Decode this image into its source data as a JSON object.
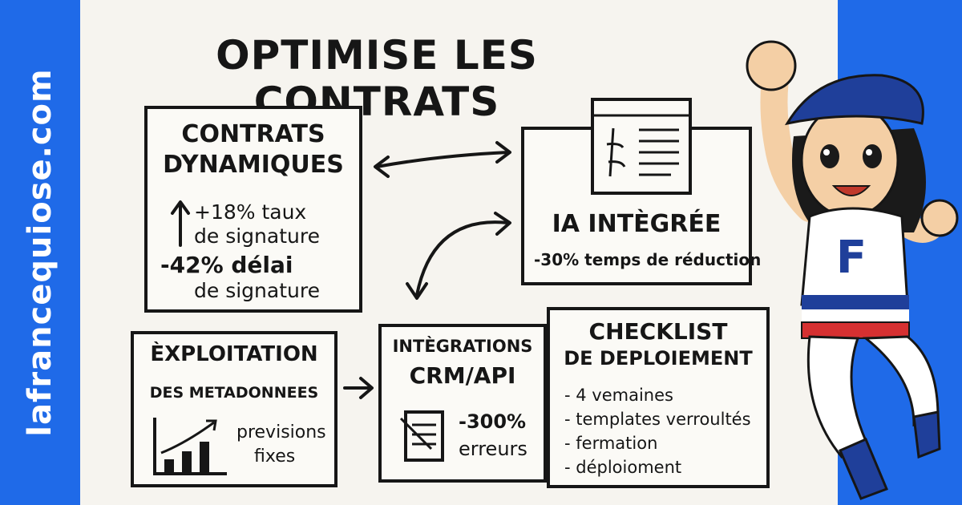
{
  "side_banner": {
    "url": "lafrancequiose.com"
  },
  "title": "OPTIMISE LES CONTRATS",
  "boxes": {
    "contrats": {
      "title_l1": "CONTRATS",
      "title_l2": "DYNAMIQUES",
      "line1": "+18% taux",
      "line2": "de signature",
      "line3": "-42% délai",
      "line4": "de signature"
    },
    "ia": {
      "title": "IA INTÈGRÉE",
      "line": "-30% temps de réduction"
    },
    "exploitation": {
      "title_l1": "ÈXPLOITATION",
      "title_l2": "DES METADONNEES",
      "label_l1": "previsions",
      "label_l2": "fixes"
    },
    "integrations": {
      "title_l1": "INTÈGRATIONS",
      "title_l2": "CRM/API",
      "stat_l1": "-300%",
      "stat_l2": "erreurs"
    },
    "checklist": {
      "title_l1": "CHECKLIST",
      "title_l2": "DE DEPLOIEMENT",
      "items": [
        "- 4 vemaines",
        "- templates verroultés",
        "- fermation",
        "- déploioment"
      ]
    }
  },
  "mascot": {
    "shirt_letter": "F"
  },
  "colors": {
    "brand_blue": "#1f6ae8",
    "ink": "#161616",
    "paper": "#f6f4ef"
  }
}
